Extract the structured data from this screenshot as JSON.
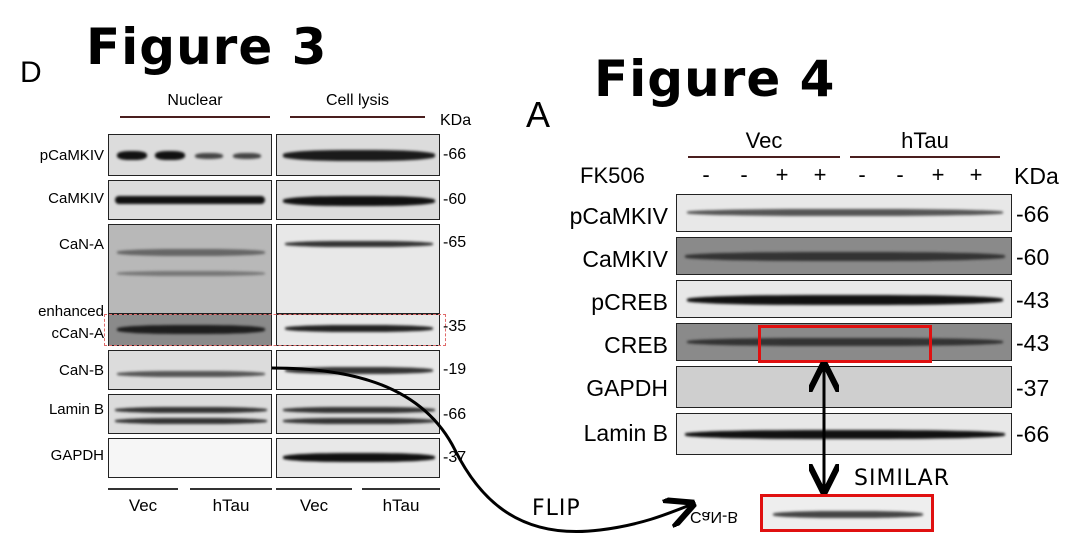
{
  "figure3": {
    "title": "Figure 3",
    "panel": "D",
    "group_left": "Nuclear",
    "group_right": "Cell lysis",
    "kda_label": "KDa",
    "rows": [
      {
        "label": "pCaMKIV",
        "kda": "-66"
      },
      {
        "label": "CaMKIV",
        "kda": "-60"
      },
      {
        "label": "CaN-A",
        "kda": "-65"
      },
      {
        "label": "enhanced",
        "kda": ""
      },
      {
        "label": "cCaN-A",
        "kda": "-35"
      },
      {
        "label": "CaN-B",
        "kda": "-19"
      },
      {
        "label": "Lamin B",
        "kda": "-66"
      },
      {
        "label": "GAPDH",
        "kda": "-37"
      }
    ],
    "bottom_labels": [
      "Vec",
      "hTau",
      "Vec",
      "hTau"
    ]
  },
  "figure4": {
    "title": "Figure 4",
    "panel": "A",
    "group_left": "Vec",
    "group_right": "hTau",
    "treatment_label": "FK506",
    "treatment_signs": [
      "-",
      "-",
      "+",
      "+",
      "-",
      "-",
      "+",
      "+"
    ],
    "kda_label": "KDa",
    "rows": [
      {
        "label": "pCaMKIV",
        "kda": "-66"
      },
      {
        "label": "CaMKIV",
        "kda": "-60"
      },
      {
        "label": "pCREB",
        "kda": "-43"
      },
      {
        "label": "CREB",
        "kda": "-43"
      },
      {
        "label": "GAPDH",
        "kda": "-37"
      },
      {
        "label": "Lamin B",
        "kda": "-66"
      }
    ]
  },
  "annotations": {
    "flip": "FLIP",
    "similar": "SIMILAR",
    "flipped_strip_label": "CaN-B"
  },
  "colors": {
    "highlight": "#e01010",
    "dashed_highlight": "#e06a6a",
    "group_line": "#4a1e1e"
  }
}
